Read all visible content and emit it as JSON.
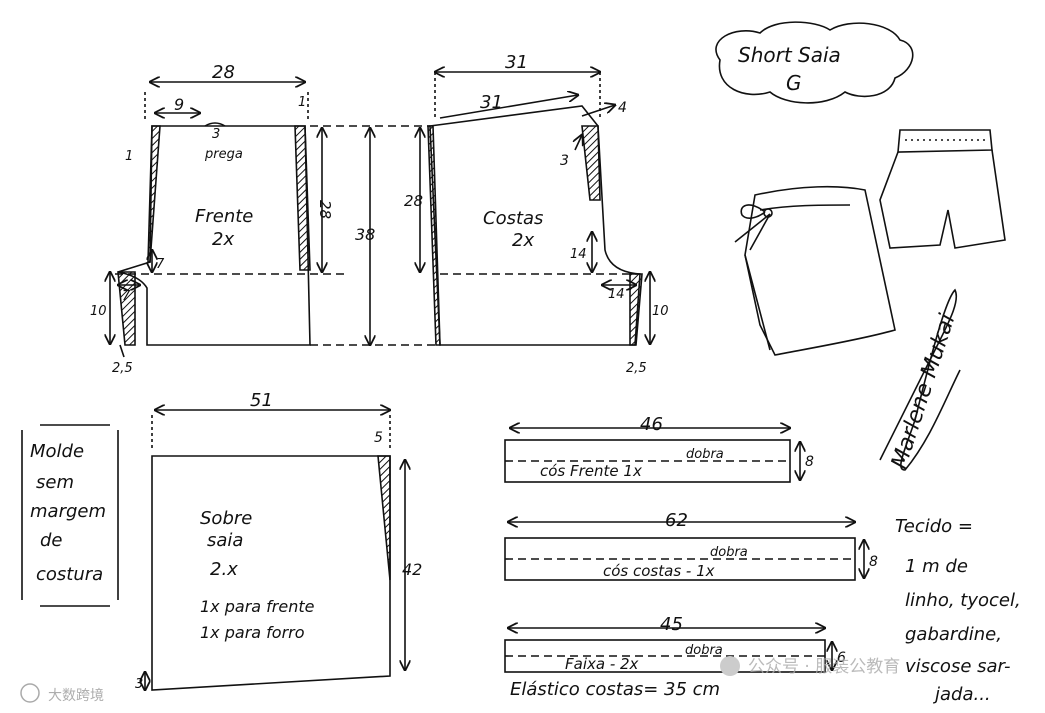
{
  "title": {
    "line1": "Short  Saia",
    "line2": "G"
  },
  "front": {
    "width_top": "28",
    "offset_left": "9",
    "pleat_value": "3",
    "pleat_label": "prega",
    "corner_left": "1",
    "corner_right": "1",
    "height": "28",
    "name": "Frente",
    "qty": "2x",
    "crotch_h": "7",
    "crotch_w": "7",
    "leg": "10",
    "hem": "2,5"
  },
  "total_height": "38",
  "back": {
    "width_top": "31",
    "slant_top": "31",
    "raise": "4",
    "dart": "3",
    "height": "28",
    "name": "Costas",
    "qty": "2x",
    "crotch_h": "14",
    "crotch_w": "14",
    "leg": "10",
    "hem": "2,5"
  },
  "note": {
    "l1": "Molde",
    "l2": "sem",
    "l3": "margem",
    "l4": "de",
    "l5": "costura"
  },
  "overskirt": {
    "width": "51",
    "corner": "5",
    "height": "42",
    "bottom": "3",
    "l1": "Sobre",
    "l2": "saia",
    "l3": "2.x",
    "l4": "1x  para frente",
    "l5": "1x  para forro"
  },
  "bands": [
    {
      "length": "46",
      "fold": "dobra",
      "label": "cós Frente  1x",
      "height": "8"
    },
    {
      "length": "62",
      "fold": "dobra",
      "label": "cós costas - 1x",
      "height": "8"
    },
    {
      "length": "45",
      "fold": "dobra",
      "label": "Faixa - 2x",
      "height": "6"
    }
  ],
  "elastic": "Elástico  costas= 35 cm",
  "fabric": {
    "l1": "Tecido =",
    "l2": "1 m de",
    "l3": "linho, tyocel,",
    "l4": "gabardine,",
    "l5": "viscose sar-",
    "l6": "jada..."
  },
  "signature": "Marlene Mukai",
  "watermark_left": "大数跨境",
  "watermark_right": "公众号 · 服装公教育"
}
